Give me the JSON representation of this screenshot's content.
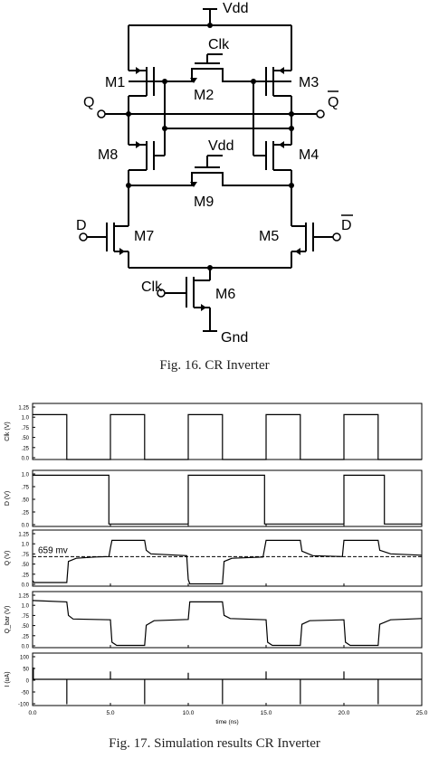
{
  "schematic": {
    "labels": {
      "vdd_top": "Vdd",
      "clk_top": "Clk",
      "m1": "M1",
      "m2": "M2",
      "m3": "M3",
      "q": "Q",
      "q_bar": "Q",
      "m8": "M8",
      "vdd_mid": "Vdd",
      "m4": "M4",
      "m9": "M9",
      "d": "D",
      "m7": "M7",
      "m5": "M5",
      "d_bar": "D",
      "clk_bottom": "Clk",
      "m6": "M6",
      "gnd": "Gnd"
    }
  },
  "captions": {
    "fig16": "Fig. 16. CR Inverter",
    "fig17": "Fig. 17. Simulation results CR Inverter"
  },
  "chart_data": {
    "type": "line",
    "x_label": "time (ns)",
    "x_ticks": [
      "0.0",
      "5.0",
      "10.0",
      "15.0",
      "20.0",
      "25.0"
    ],
    "xlim": [
      0,
      25
    ],
    "annotation": "659 mv",
    "panels": [
      {
        "name": "Clk",
        "ylabel": "Clk (V)",
        "yticks": [
          "1.25",
          "1.0",
          ".75",
          ".50",
          ".25",
          "0.0"
        ],
        "ylim": [
          0,
          1.25
        ],
        "points": [
          [
            0,
            1.0
          ],
          [
            2.2,
            1.0
          ],
          [
            2.2,
            0.0
          ],
          [
            5.0,
            0.0
          ],
          [
            5.0,
            1.0
          ],
          [
            7.2,
            1.0
          ],
          [
            7.2,
            0.0
          ],
          [
            10.0,
            0.0
          ],
          [
            10.0,
            1.0
          ],
          [
            12.2,
            1.0
          ],
          [
            12.2,
            0.0
          ],
          [
            15.0,
            0.0
          ],
          [
            15.0,
            1.0
          ],
          [
            17.2,
            1.0
          ],
          [
            17.2,
            0.0
          ],
          [
            20.0,
            0.0
          ],
          [
            20.0,
            1.0
          ],
          [
            22.2,
            1.0
          ],
          [
            22.2,
            0.0
          ],
          [
            25.0,
            0.0
          ]
        ]
      },
      {
        "name": "D",
        "ylabel": "D (V)",
        "yticks": [
          "1.0",
          ".75",
          ".50",
          ".25",
          "0.0"
        ],
        "ylim": [
          -0.05,
          1.1
        ],
        "points": [
          [
            0,
            1.0
          ],
          [
            4.9,
            1.0
          ],
          [
            4.9,
            0.0
          ],
          [
            10.0,
            0.0
          ],
          [
            10.0,
            1.0
          ],
          [
            14.9,
            1.0
          ],
          [
            14.9,
            0.0
          ],
          [
            20.0,
            0.0
          ],
          [
            20.0,
            1.0
          ],
          [
            22.6,
            1.0
          ],
          [
            22.6,
            0.0
          ],
          [
            25.0,
            0.0
          ]
        ]
      },
      {
        "name": "Q",
        "ylabel": "Q (V)",
        "yticks": [
          "1.25",
          "1.0",
          ".75",
          ".50",
          ".25",
          "0.0"
        ],
        "ylim": [
          0,
          1.25
        ],
        "reference_level": 0.659,
        "points": [
          [
            0,
            0.12
          ],
          [
            0.1,
            0.08
          ],
          [
            2.2,
            0.08
          ],
          [
            2.3,
            0.55
          ],
          [
            2.8,
            0.62
          ],
          [
            4.0,
            0.65
          ],
          [
            4.9,
            0.66
          ],
          [
            5.0,
            0.85
          ],
          [
            5.1,
            1.02
          ],
          [
            7.2,
            1.02
          ],
          [
            7.3,
            0.8
          ],
          [
            7.6,
            0.72
          ],
          [
            9.9,
            0.68
          ],
          [
            10.0,
            0.15
          ],
          [
            10.1,
            0.05
          ],
          [
            12.2,
            0.05
          ],
          [
            12.3,
            0.55
          ],
          [
            12.8,
            0.62
          ],
          [
            14.8,
            0.65
          ],
          [
            15.0,
            1.02
          ],
          [
            17.2,
            1.02
          ],
          [
            17.3,
            0.78
          ],
          [
            18.0,
            0.68
          ],
          [
            19.9,
            0.66
          ],
          [
            20.0,
            1.02
          ],
          [
            22.2,
            1.02
          ],
          [
            22.3,
            0.8
          ],
          [
            23.0,
            0.72
          ],
          [
            25.0,
            0.69
          ]
        ]
      },
      {
        "name": "Q_bar",
        "ylabel": "Q_bar (V)",
        "yticks": [
          "1.25",
          "1.0",
          ".75",
          ".50",
          ".25",
          "0.0"
        ],
        "ylim": [
          0,
          1.25
        ],
        "points": [
          [
            0,
            1.05
          ],
          [
            2.2,
            1.02
          ],
          [
            2.3,
            0.72
          ],
          [
            2.6,
            0.64
          ],
          [
            5.0,
            0.62
          ],
          [
            5.1,
            0.12
          ],
          [
            5.4,
            0.05
          ],
          [
            7.2,
            0.05
          ],
          [
            7.3,
            0.5
          ],
          [
            7.8,
            0.6
          ],
          [
            10.0,
            0.63
          ],
          [
            10.1,
            1.02
          ],
          [
            12.2,
            1.02
          ],
          [
            12.3,
            0.72
          ],
          [
            12.7,
            0.65
          ],
          [
            15.0,
            0.62
          ],
          [
            15.1,
            0.12
          ],
          [
            15.4,
            0.05
          ],
          [
            17.2,
            0.05
          ],
          [
            17.3,
            0.52
          ],
          [
            17.8,
            0.6
          ],
          [
            20.0,
            0.62
          ],
          [
            20.1,
            0.12
          ],
          [
            20.4,
            0.05
          ],
          [
            22.2,
            0.05
          ],
          [
            22.3,
            0.52
          ],
          [
            23.0,
            0.62
          ],
          [
            25.0,
            0.65
          ]
        ]
      },
      {
        "name": "I",
        "ylabel": "I (uA)",
        "yticks": [
          "100",
          "50",
          "0",
          "-50",
          "-100"
        ],
        "ylim": [
          -100,
          100
        ],
        "spikes": [
          [
            0.05,
            45
          ],
          [
            2.2,
            -95
          ],
          [
            5.0,
            30
          ],
          [
            7.2,
            -95
          ],
          [
            10.0,
            25
          ],
          [
            12.2,
            -95
          ],
          [
            15.0,
            30
          ],
          [
            17.2,
            -95
          ],
          [
            20.0,
            30
          ],
          [
            22.2,
            -95
          ]
        ]
      }
    ]
  }
}
